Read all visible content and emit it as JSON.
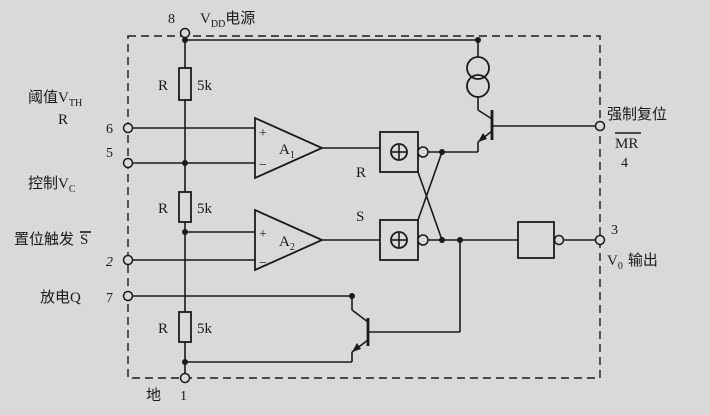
{
  "labels": {
    "pin8_num": "8",
    "vdd_base": "V",
    "vdd_sub": "DD",
    "vdd_rest": "电源",
    "threshold_base": "阈值V",
    "threshold_sub": "TH",
    "threshold_r": "R",
    "pin6_num": "6",
    "pin5_num": "5",
    "control_base": "控制V",
    "control_sub": "C",
    "trigger_label": "置位触发",
    "trigger_s": "S",
    "pin2_num": "2",
    "discharge_label": "放电Q",
    "pin7_num": "7",
    "gnd_label": "地",
    "pin1_num": "1",
    "reset_label": "强制复位",
    "reset_mr": "MR",
    "pin4_num": "4",
    "pin3_num": "3",
    "out_base": "V",
    "out_sub": "0",
    "out_rest": "输出",
    "r1_name": "R",
    "r1_value": "5k",
    "r2_name": "R",
    "r2_value": "5k",
    "r3_name": "R",
    "r3_value": "5k",
    "a1_plus": "+",
    "a1_minus": "−",
    "a1_base": "A",
    "a1_sub": "1",
    "a2_plus": "+",
    "a2_minus": "−",
    "a2_base": "A",
    "a2_sub": "2",
    "latch_r": "R",
    "latch_s": "S"
  },
  "colors": {
    "line": "#1a1a1a",
    "bg": "#d9d9d9"
  }
}
